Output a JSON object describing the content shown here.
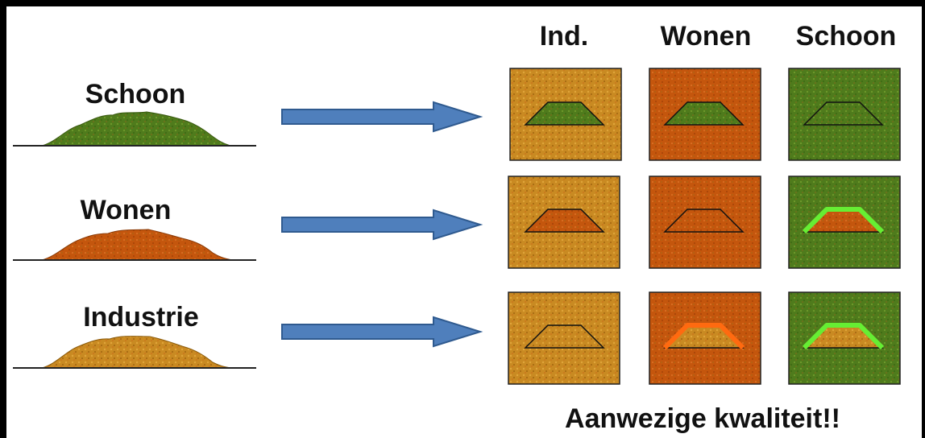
{
  "columns": [
    {
      "label": "Ind.",
      "kind": "industrie"
    },
    {
      "label": "Wonen",
      "kind": "wonen"
    },
    {
      "label": "Schoon",
      "kind": "schoon"
    }
  ],
  "rows": [
    {
      "label": "Schoon",
      "kind": "schoon"
    },
    {
      "label": "Wonen",
      "kind": "wonen"
    },
    {
      "label": "Industrie",
      "kind": "industrie"
    }
  ],
  "cells": [
    [
      {
        "fill": "schoon",
        "rim": "none"
      },
      {
        "fill": "schoon",
        "rim": "none"
      },
      {
        "fill": "schoon",
        "rim": "none"
      }
    ],
    [
      {
        "fill": "wonen",
        "rim": "none"
      },
      {
        "fill": "wonen",
        "rim": "none"
      },
      {
        "fill": "wonen",
        "rim": "green"
      }
    ],
    [
      {
        "fill": "industrie",
        "rim": "none"
      },
      {
        "fill": "industrie",
        "rim": "orange"
      },
      {
        "fill": "industrie",
        "rim": "green"
      }
    ]
  ],
  "footer": "Aanwezige kwaliteit!!",
  "colors": {
    "schoon": "#4f7b1c",
    "wonen": "#c4560d",
    "industrie": "#c98a22",
    "arrow": "#4f7fbc",
    "arrow_stroke": "#2f5a8f",
    "rim_green": "#66ee33",
    "rim_orange": "#ff6a10"
  }
}
